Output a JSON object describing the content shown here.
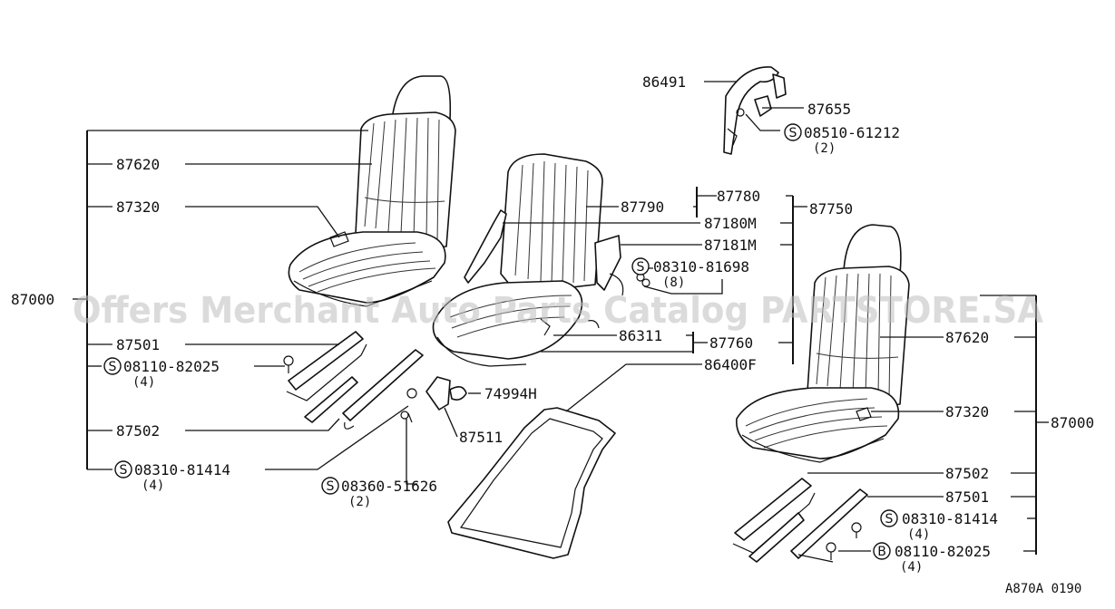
{
  "watermark": "Offers Merchant Auto Parts Catalog PARTSTORE.SA",
  "reference_code": "A870A 0190",
  "labels": {
    "p86491": "86491",
    "p87655": "87655",
    "p08510_61212": "08510-61212",
    "q08510_61212": "(2)",
    "p87620_left": "87620",
    "p87320_left": "87320",
    "p87000_left": "87000",
    "p87780": "87780",
    "p87790": "87790",
    "p87750": "87750",
    "p87180M": "87180M",
    "p87181M": "87181M",
    "p08310_81698": "08310-81698",
    "q08310_81698": "(8)",
    "p86311": "86311",
    "p87760": "87760",
    "p86400F": "86400F",
    "p87501_left": "87501",
    "p08110_82025_left": "08110-82025",
    "q08110_82025_left": "(4)",
    "p74994H": "74994H",
    "p87511": "87511",
    "p87502_left": "87502",
    "p08310_81414_left": "08310-81414",
    "q08310_81414_left": "(4)",
    "p08360_51626": "08360-51626",
    "q08360_51626": "(2)",
    "p87620_right": "87620",
    "p87320_right": "87320",
    "p87000_right": "87000",
    "p87502_right": "87502",
    "p87501_right": "87501",
    "p08310_81414_right": "08310-81414",
    "q08310_81414_right": "(4)",
    "p08110_82025_right": "08110-82025",
    "q08110_82025_right": "(4)"
  },
  "circle_letters": {
    "s_08510": "S",
    "s_08310_81698": "S",
    "s_08110_left": "S",
    "s_08310_left": "S",
    "s_08360": "S",
    "s_08310_right": "S",
    "b_08110_right": "B"
  }
}
